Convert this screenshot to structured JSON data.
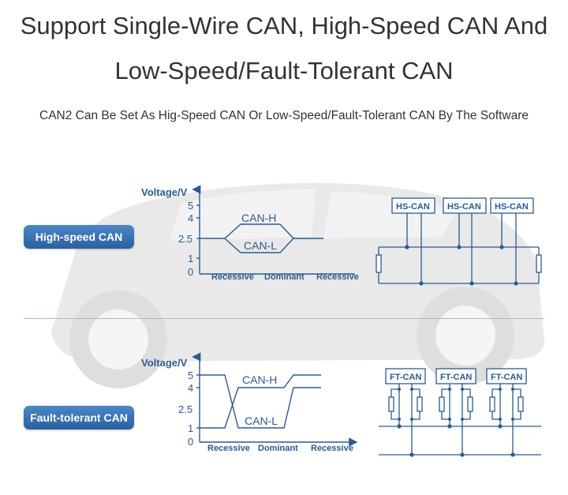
{
  "header": {
    "title_line1": "Support Single-Wire CAN, High-Speed CAN And",
    "title_line2": "Low-Speed/Fault-Tolerant CAN",
    "subtitle": "CAN2 Can Be Set As Hig-Speed CAN Or Low-Speed/Fault-Tolerant CAN By The Software"
  },
  "high_speed": {
    "label": "High-speed CAN",
    "axis_label": "Voltage/V",
    "ticks": [
      "5",
      "4",
      "2.5",
      "1",
      "0"
    ],
    "signal_high": "CAN-H",
    "signal_low": "CAN-L",
    "states": [
      "Recessive",
      "Dominant",
      "Recessive"
    ],
    "nodes": [
      "HS-CAN",
      "HS-CAN",
      "HS-CAN"
    ]
  },
  "fault_tolerant": {
    "label": "Fault-tolerant CAN",
    "axis_label": "Voltage/V",
    "ticks": [
      "5",
      "4",
      "2.5",
      "1",
      "0"
    ],
    "signal_high": "CAN-H",
    "signal_low": "CAN-L",
    "states": [
      "Recessive",
      "Dominant",
      "Recessive"
    ],
    "nodes": [
      "FT-CAN",
      "FT-CAN",
      "FT-CAN"
    ]
  },
  "colors": {
    "accent": "#2c5a8f",
    "pill": "#3a70b0",
    "title": "#333333"
  }
}
